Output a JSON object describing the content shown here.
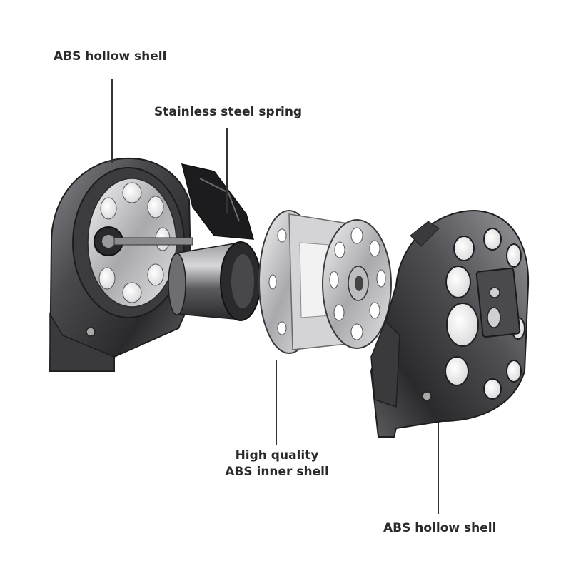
{
  "labels": {
    "left_shell": "ABS hollow shell",
    "spring": "Stainless steel spring",
    "inner_shell_line1": "High quality",
    "inner_shell_line2": "ABS inner shell",
    "right_shell": "ABS hollow shell"
  },
  "colors": {
    "metal_dark": "#2e2e30",
    "metal_mid": "#5a5a5e",
    "metal_light": "#c9c9cc",
    "chrome": "#e6e6e8",
    "leader": "#333333",
    "text": "#2a2a2a"
  }
}
